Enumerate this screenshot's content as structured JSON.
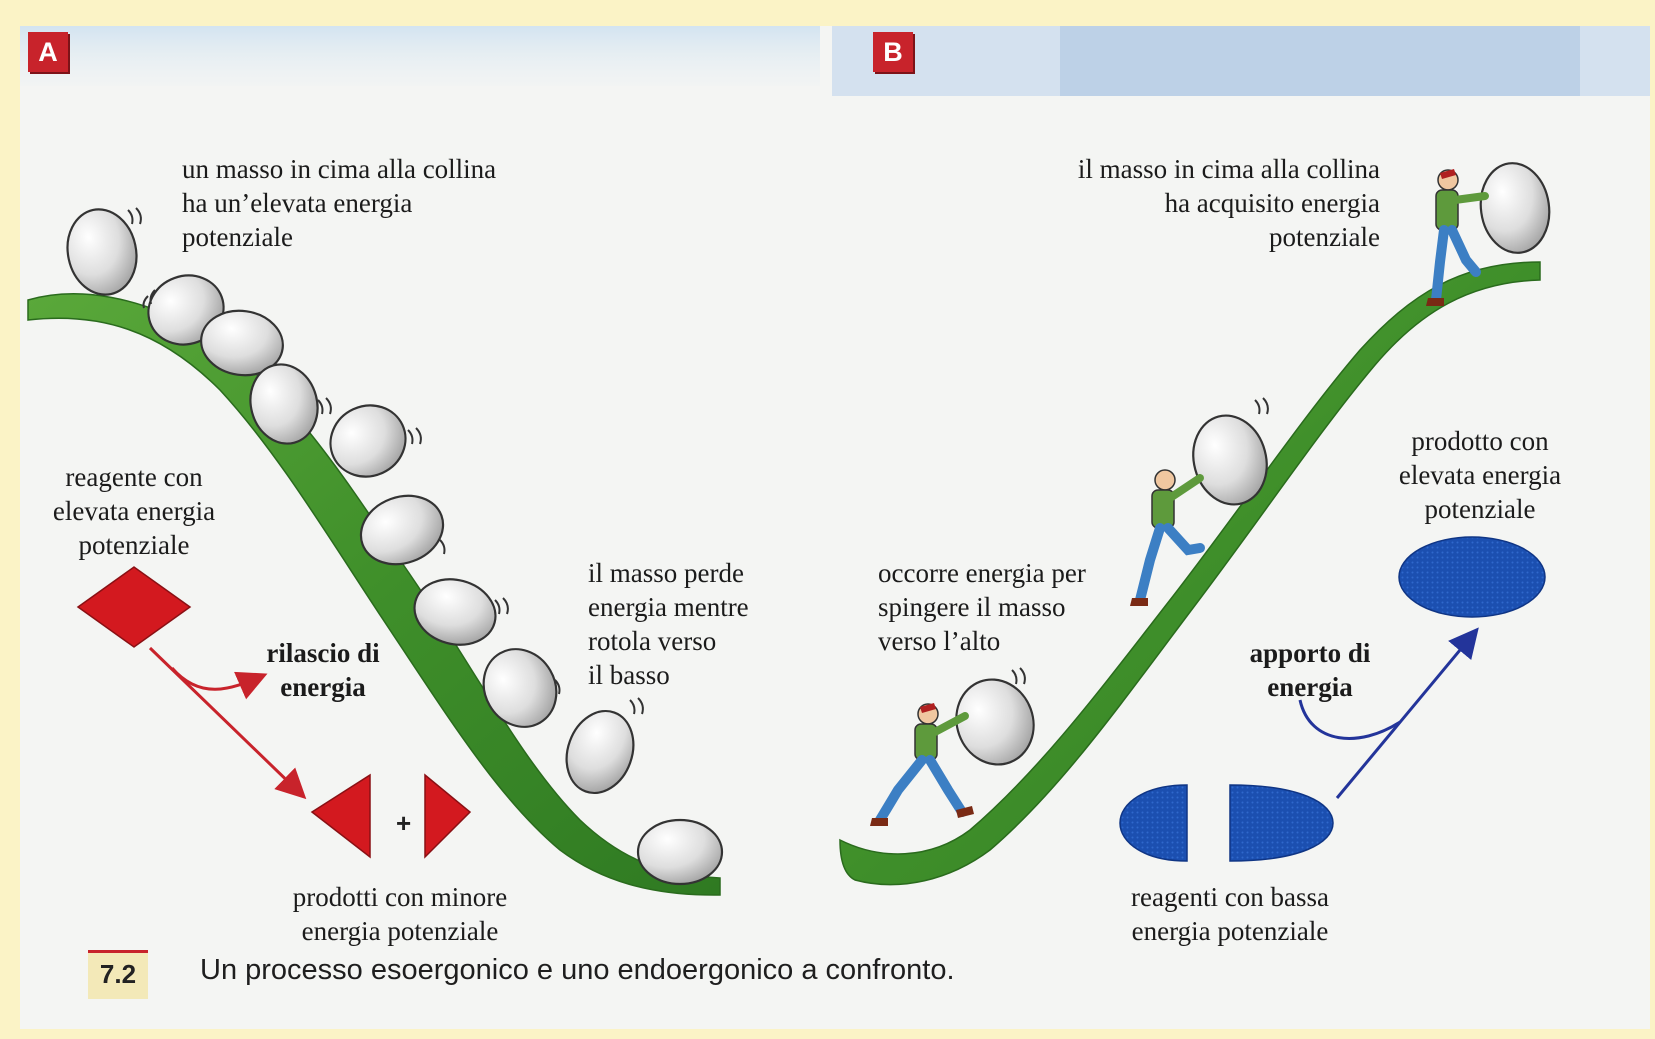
{
  "panels": {
    "a_label": "A",
    "b_label": "B"
  },
  "panel_a": {
    "top_label": [
      "un masso in cima alla collina",
      "ha un’elevata energia",
      "potenziale"
    ],
    "reactant_label": [
      "reagente con",
      "elevata energia",
      "potenziale"
    ],
    "release_label": [
      "rilascio di",
      "energia"
    ],
    "rolling_label": [
      "il masso perde",
      "energia mentre",
      "rotola verso",
      "il basso"
    ],
    "products_label": [
      "prodotti con minore",
      "energia potenziale"
    ],
    "plus": "+"
  },
  "panel_b": {
    "top_label": [
      "il masso in cima alla collina",
      "ha acquisito energia",
      "potenziale"
    ],
    "push_label": [
      "occorre energia per",
      "spingere il masso",
      "verso l’alto"
    ],
    "product_label": [
      "prodotto con",
      "elevata energia",
      "potenziale"
    ],
    "input_label": [
      "apporto di",
      "energia"
    ],
    "reactants_label": [
      "reagenti con bassa",
      "energia potenziale"
    ]
  },
  "caption": {
    "number": "7.2",
    "text": "Un processo esoergonico e uno endoergonico a confronto."
  },
  "colors": {
    "hill_green": "#3f8f2a",
    "diamond_red": "#d3191f",
    "ellipse_blue": "#1b4fb0",
    "arrow_red": "#c8232b",
    "arrow_blue": "#23349a",
    "badge_red": "#c8232b"
  },
  "icons": {
    "boulder": "boulder-icon",
    "person": "person-pushing-icon"
  }
}
